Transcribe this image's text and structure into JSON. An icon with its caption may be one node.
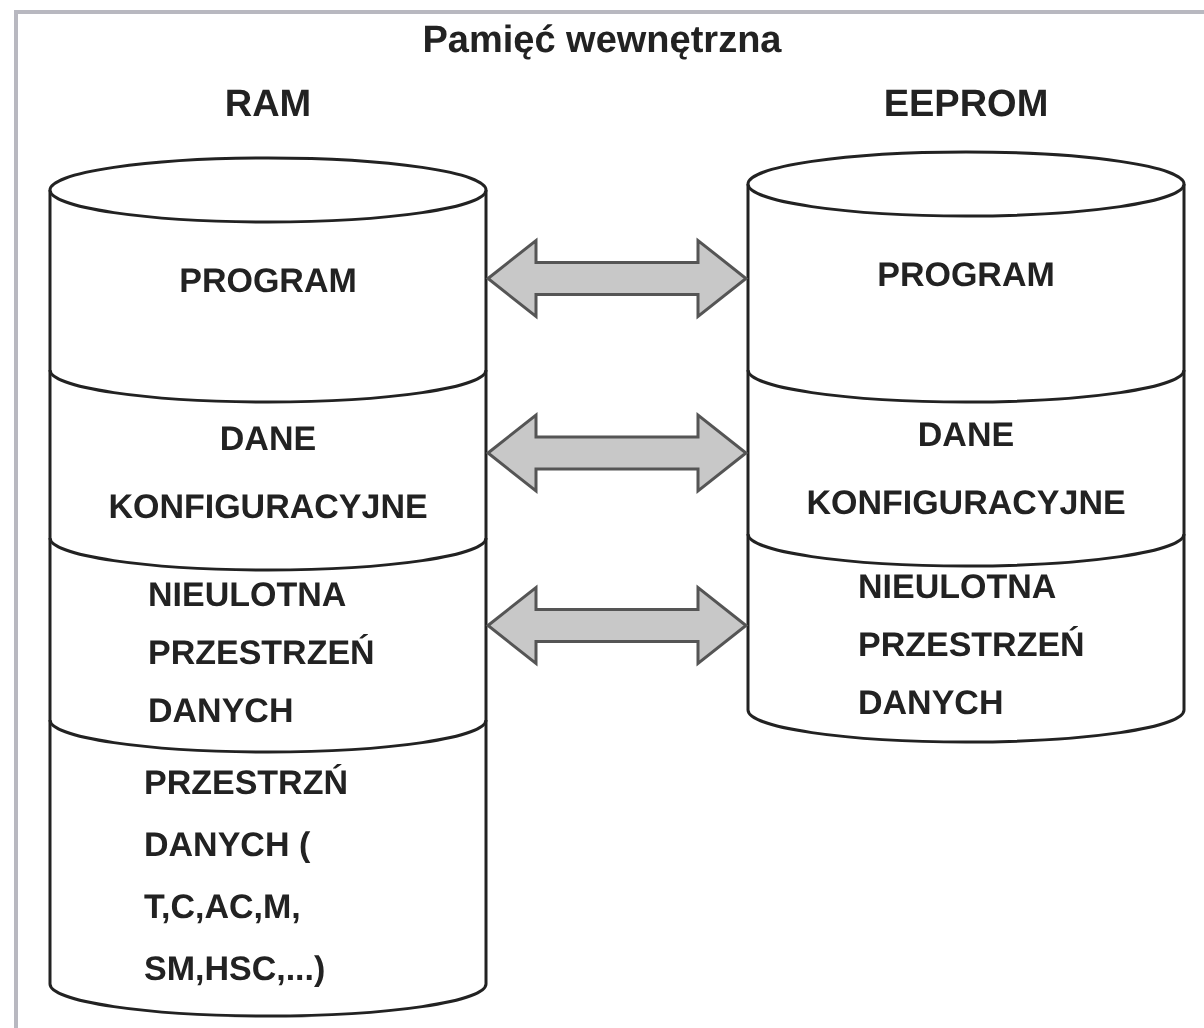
{
  "diagram": {
    "title": "Pamięć wewnętrzna",
    "nodes": [
      {
        "text": [
          "RAM"
        ]
      },
      {
        "text": [
          "PROGRAM"
        ],
        "in": 0
      },
      {
        "text": [
          "DANE KONFIGURACYJNE"
        ],
        "in": 0
      },
      {
        "text": [
          "NIEULOTNA PRZESTRZEŃ DANYCH"
        ],
        "in": 0
      },
      {
        "text": [
          "PRZESTRZŃ DANYCH ( T,C,AC,M, SM,HSC,...)"
        ],
        "in": 0
      },
      {
        "text": [
          "EEPROM"
        ]
      },
      {
        "text": [
          "PROGRAM"
        ],
        "in": 5
      },
      {
        "text": [
          "DANE KONFIGURACYJNE"
        ],
        "in": 5
      },
      {
        "text": [
          "NIEULOTNA PRZESTRZEŃ DANYCH"
        ],
        "in": 5
      }
    ],
    "edges": [
      {
        "from": 1,
        "to": 6,
        "arrow": "both",
        "style": "thick"
      },
      {
        "from": 2,
        "to": 7,
        "arrow": "both",
        "style": "thick"
      },
      {
        "from": 3,
        "to": 8,
        "arrow": "both",
        "style": "thick"
      }
    ]
  }
}
